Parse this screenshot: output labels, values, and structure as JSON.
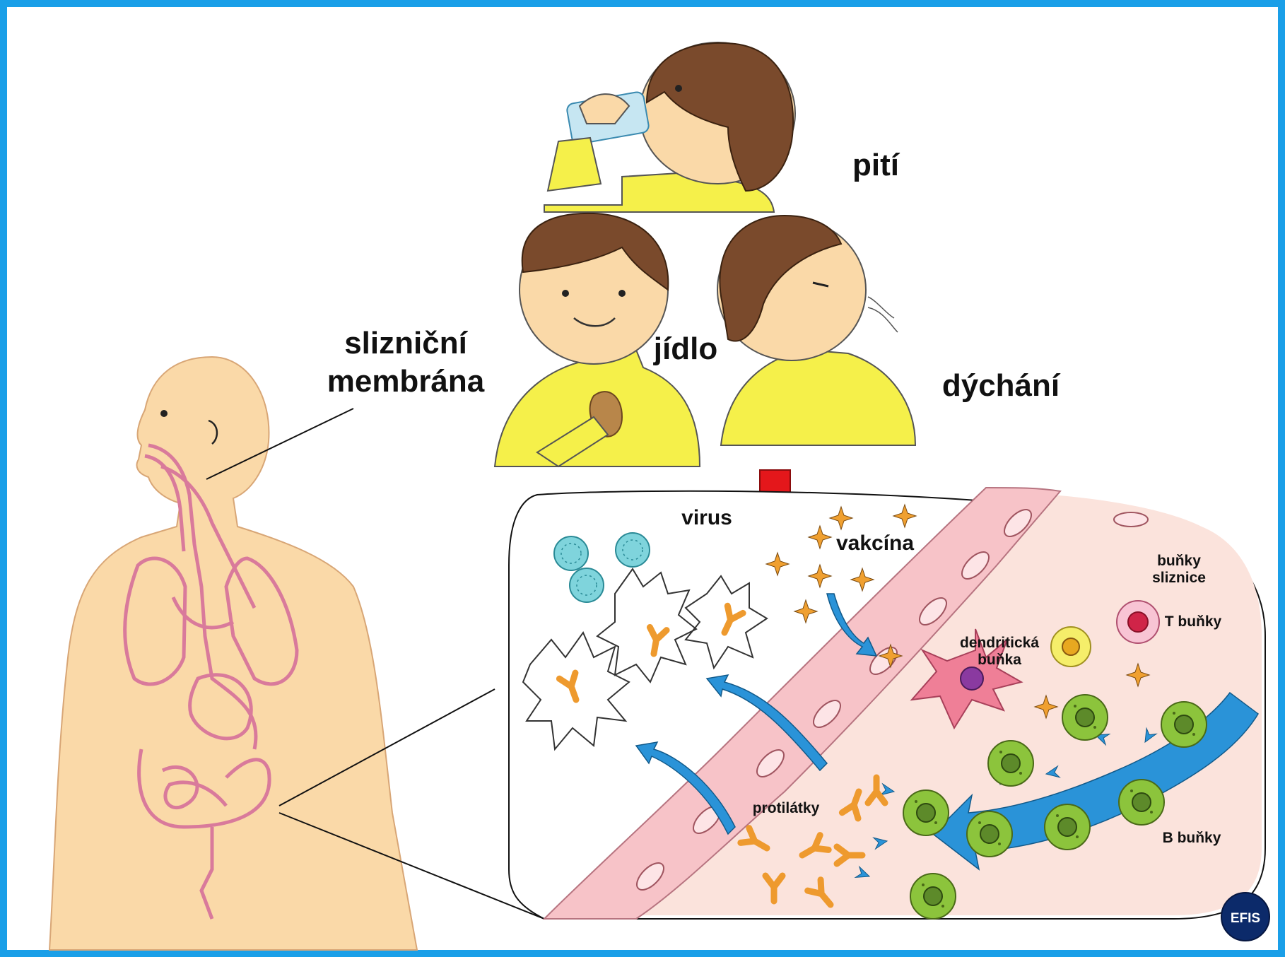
{
  "labels": {
    "drinking": "pití",
    "eating": "jídlo",
    "breathing": "dýchání",
    "mucosa_line1": "slizniční",
    "mucosa_line2": "membrána",
    "virus": "virus",
    "vaccine": "vakcína",
    "mucosal_cells_line1": "buňky",
    "mucosal_cells_line2": "sliznice",
    "t_cells": "T buňky",
    "dendritic_line1": "dendritická",
    "dendritic_line2": "buňka",
    "antibodies": "protilátky",
    "b_cells": "B buňky"
  },
  "logo": {
    "text": "EFIS"
  },
  "colors": {
    "frame": "#1a9fe8",
    "skin": "#fad9a8",
    "organs": "#d97a9b",
    "shirt": "#f5f04a",
    "hair": "#7a4a2c",
    "epithelium": "#f7c3c8",
    "tissue": "#fbe3dc",
    "virus": "#7fd4dc",
    "vaccine": "#f0a030",
    "antibody": "#ee9a2e",
    "b_cell": "#8cc43c",
    "dendritic": "#ef7f97",
    "arrow_red": "#e4171b",
    "arrow_blue": "#2a93d8"
  }
}
